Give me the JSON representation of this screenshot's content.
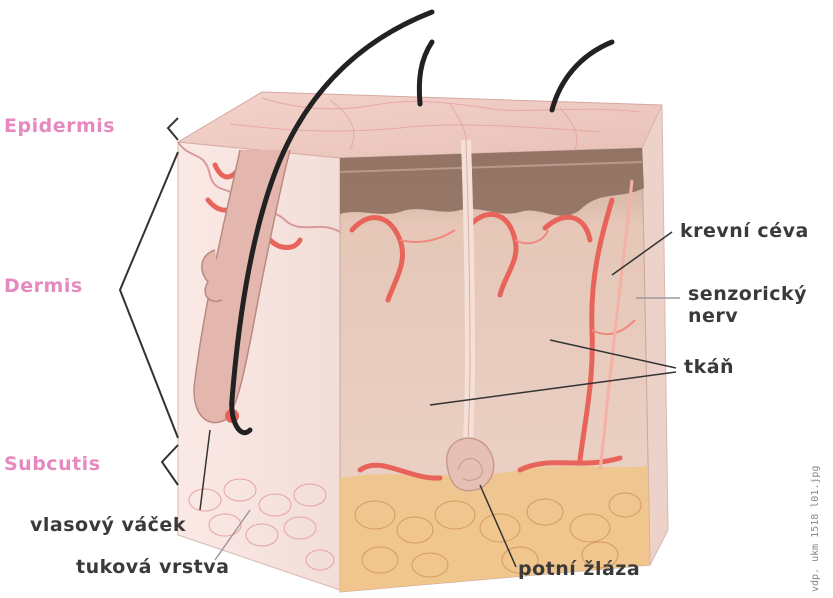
{
  "labels": {
    "layers": {
      "epidermis": "Epidermis",
      "dermis": "Dermis",
      "subcutis": "Subcutis"
    },
    "structures": {
      "blood_vessel": "krevní céva",
      "sensory_nerve_line1": "senzorický",
      "sensory_nerve_line2": "nerv",
      "tissue": "tkáň",
      "hair_follicle": "vlasový váček",
      "fat_layer": "tuková vrstva",
      "sweat_gland": "potní žláza"
    },
    "credit": "vdp. ukm 1518 l01.jpg"
  },
  "colors": {
    "layer_label": "#e58ac0",
    "structure_label": "#3a3a3a",
    "blood_vessel": "#e8645a",
    "epidermis_band": "#8a6a5a",
    "fat": "#f0c48a"
  }
}
